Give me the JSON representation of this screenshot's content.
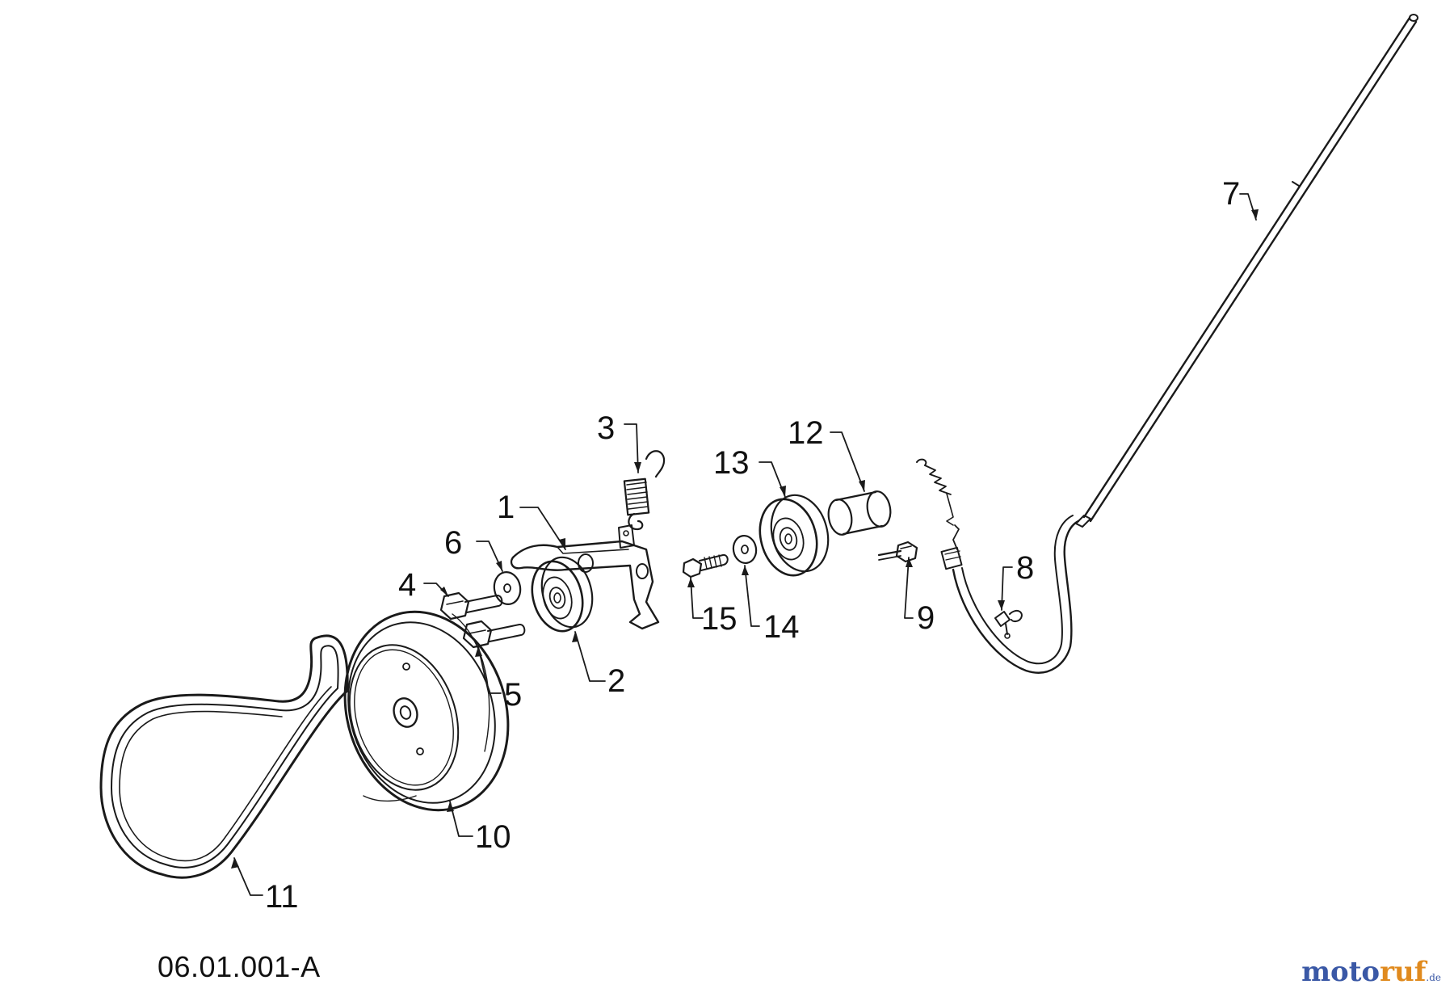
{
  "diagram": {
    "code": "06.01.001-A",
    "watermark": {
      "part1": "moto",
      "part2": "ruf",
      "part3": ".de"
    },
    "parts": [
      {
        "number": "1",
        "name": "idler-bracket"
      },
      {
        "number": "2",
        "name": "idler-pulley"
      },
      {
        "number": "3",
        "name": "extension-spring"
      },
      {
        "number": "4",
        "name": "bolt"
      },
      {
        "number": "5",
        "name": "bolt"
      },
      {
        "number": "6",
        "name": "washer"
      },
      {
        "number": "7",
        "name": "control-cable"
      },
      {
        "number": "8",
        "name": "cable-clip"
      },
      {
        "number": "9",
        "name": "screw"
      },
      {
        "number": "10",
        "name": "drive-pulley"
      },
      {
        "number": "11",
        "name": "v-belt"
      },
      {
        "number": "12",
        "name": "spacer-sleeve"
      },
      {
        "number": "13",
        "name": "flat-idler-pulley"
      },
      {
        "number": "14",
        "name": "washer"
      },
      {
        "number": "15",
        "name": "shoulder-bolt"
      }
    ]
  }
}
